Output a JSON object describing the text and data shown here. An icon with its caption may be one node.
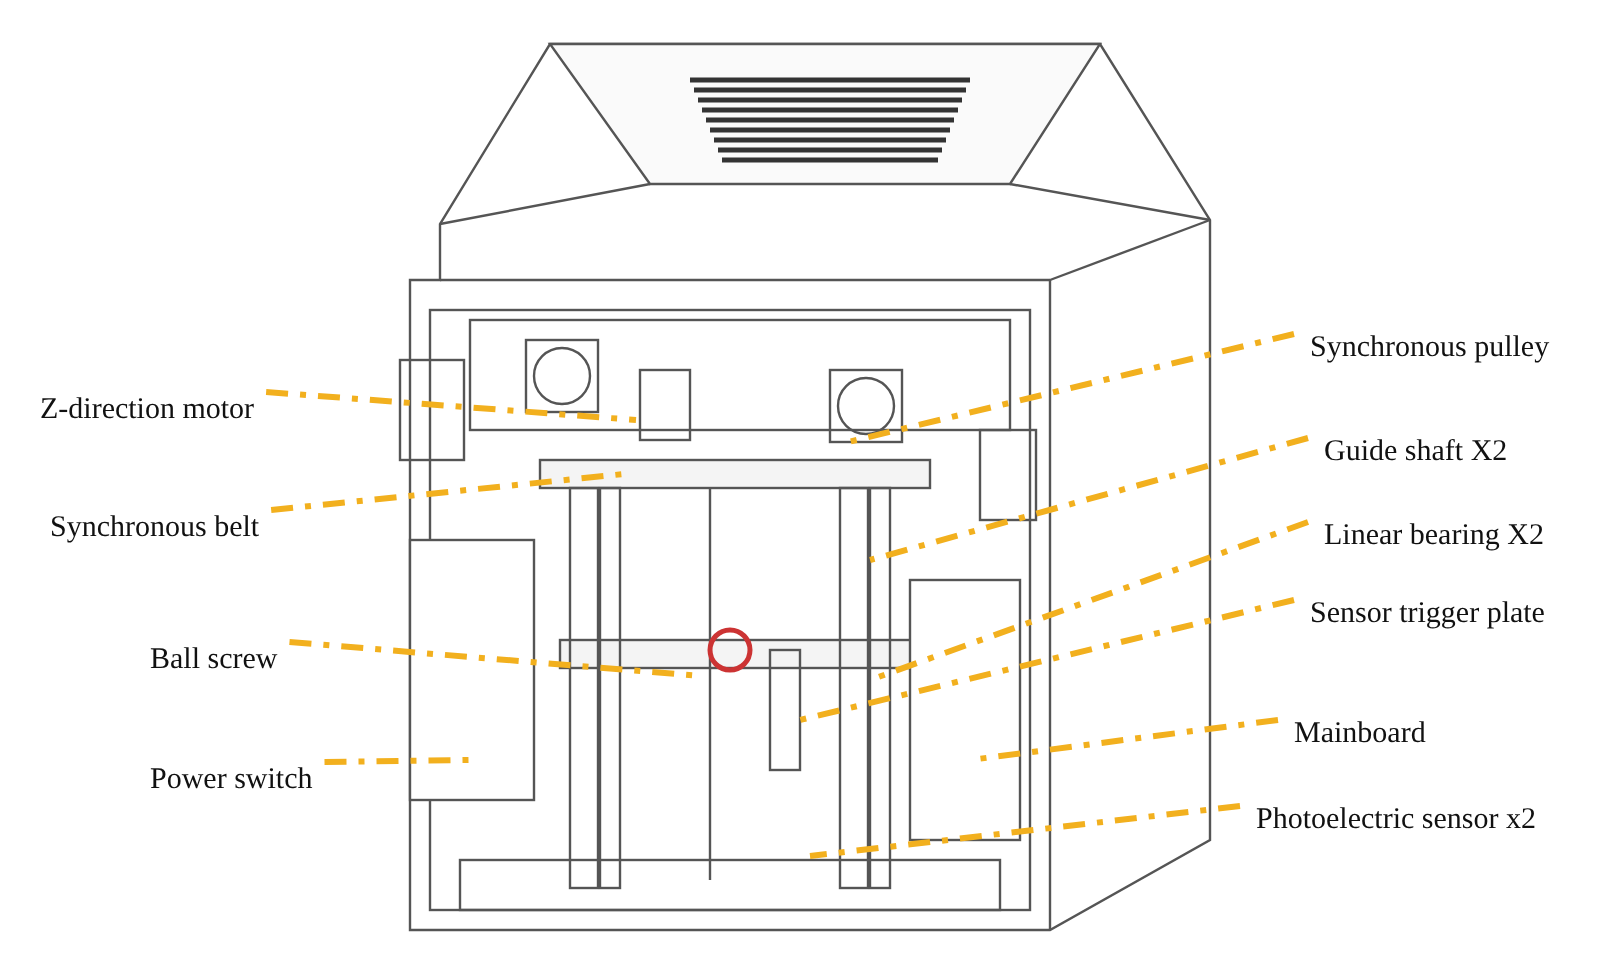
{
  "diagram": {
    "nodes": [
      {
        "text": [
          "Z-direction motor"
        ]
      },
      {
        "text": [
          "Synchronous belt"
        ]
      },
      {
        "text": [
          "Ball screw"
        ]
      },
      {
        "text": [
          "Power switch"
        ]
      },
      {
        "text": [
          "Synchronous pulley"
        ]
      },
      {
        "text": [
          "Guide shaft X2"
        ]
      },
      {
        "text": [
          "Linear bearing X2"
        ]
      },
      {
        "text": [
          "Sensor trigger plate"
        ]
      },
      {
        "text": [
          "Mainboard"
        ]
      },
      {
        "text": [
          "Photoelectric sensor x2"
        ]
      }
    ],
    "edges": [
      {
        "from": 0,
        "to": null,
        "arrow": "none"
      },
      {
        "from": 1,
        "to": null,
        "arrow": "none"
      },
      {
        "from": 2,
        "to": null,
        "arrow": "none"
      },
      {
        "from": 3,
        "to": null,
        "arrow": "none"
      },
      {
        "from": 4,
        "to": null,
        "arrow": "none"
      },
      {
        "from": 5,
        "to": null,
        "arrow": "none"
      },
      {
        "from": 6,
        "to": null,
        "arrow": "none"
      },
      {
        "from": 7,
        "to": null,
        "arrow": "none"
      },
      {
        "from": 8,
        "to": null,
        "arrow": "none"
      },
      {
        "from": 9,
        "to": null,
        "arrow": "none"
      }
    ]
  }
}
